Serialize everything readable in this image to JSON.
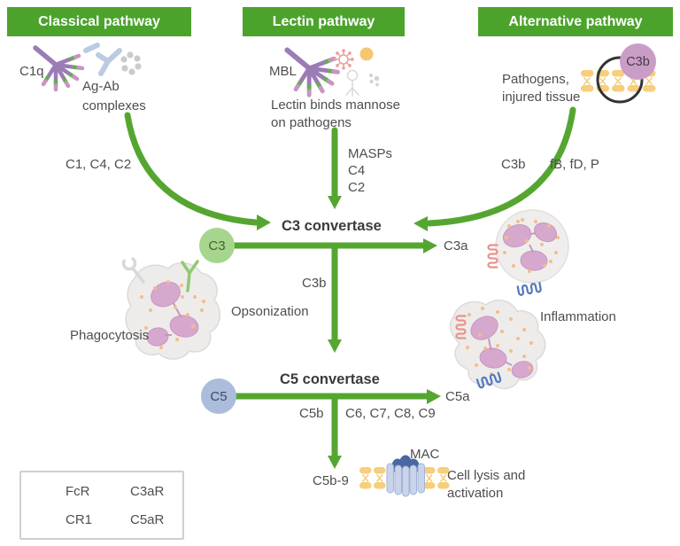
{
  "colors": {
    "header_green": "#4ba32c",
    "arrow_green": "#55a630",
    "c3_node_fill": "#a6d68e",
    "c5_node_fill": "#abbcdc",
    "c3b_badge_fill": "#ca9dc7",
    "membrane_yellow": "#f6ce7c",
    "coral_receptor": "#e8938c",
    "blue_receptor": "#5679bd",
    "text": "#4e4e4e"
  },
  "headers": {
    "classical": "Classical pathway",
    "lectin": "Lectin pathway",
    "alternative": "Alternative pathway"
  },
  "classical": {
    "c1q": "C1q",
    "agab_line1": "Ag-Ab",
    "agab_line2": "complexes",
    "arrow_label": "C1, C4, C2"
  },
  "lectin": {
    "mbl": "MBL",
    "desc_line1": "Lectin binds mannose",
    "desc_line2": "on pathogens",
    "arrow_line1": "MASPs",
    "arrow_line2": "C4",
    "arrow_line3": "C2"
  },
  "alternative": {
    "desc_line1": "Pathogens,",
    "desc_line2": "injured tissue",
    "c3b_badge": "C3b",
    "arrow_label_left": "C3b",
    "arrow_label_right": "fB, fD, P"
  },
  "c3_stage": {
    "convertase": "C3 convertase",
    "substrate": "C3",
    "product_a": "C3a",
    "product_b": "C3b",
    "opsonization": "Opsonization",
    "phagocytosis": "Phagocytosis",
    "inflammation": "Inflammation"
  },
  "c5_stage": {
    "convertase": "C5 convertase",
    "substrate": "C5",
    "product_a": "C5a",
    "product_b": "C5b",
    "components": "C6, C7, C8, C9",
    "complex": "C5b-9",
    "mac": "MAC",
    "result_line1": "Cell lysis and",
    "result_line2": "activation"
  },
  "legend": {
    "items": [
      {
        "icon": "fcr-icon",
        "label": "FcR"
      },
      {
        "icon": "c3ar-icon",
        "label": "C3aR"
      },
      {
        "icon": "cr1-icon",
        "label": "CR1"
      },
      {
        "icon": "c5ar-icon",
        "label": "C5aR"
      }
    ]
  }
}
